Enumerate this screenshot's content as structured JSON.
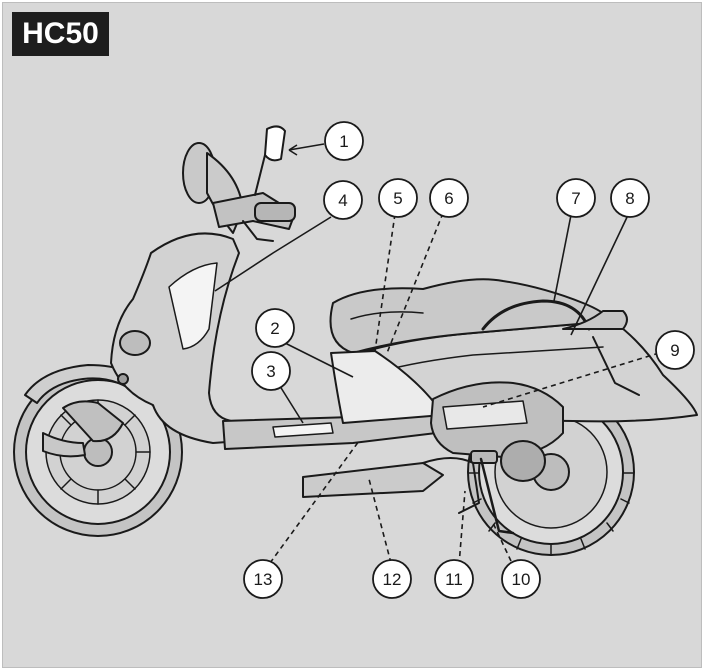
{
  "model_label": "HC50",
  "callouts": [
    {
      "id": 1,
      "label": "1"
    },
    {
      "id": 2,
      "label": "2"
    },
    {
      "id": 3,
      "label": "3"
    },
    {
      "id": 4,
      "label": "4"
    },
    {
      "id": 5,
      "label": "5"
    },
    {
      "id": 6,
      "label": "6"
    },
    {
      "id": 7,
      "label": "7"
    },
    {
      "id": 8,
      "label": "8"
    },
    {
      "id": 9,
      "label": "9"
    },
    {
      "id": 10,
      "label": "10"
    },
    {
      "id": 11,
      "label": "11"
    },
    {
      "id": 12,
      "label": "12"
    },
    {
      "id": 13,
      "label": "13"
    }
  ],
  "colors": {
    "background": "#d8d8d8",
    "badge": "#1e1e1e",
    "line": "#1a1a1a",
    "body": "#d0d0d0",
    "highlight": "#f2f2f2"
  }
}
